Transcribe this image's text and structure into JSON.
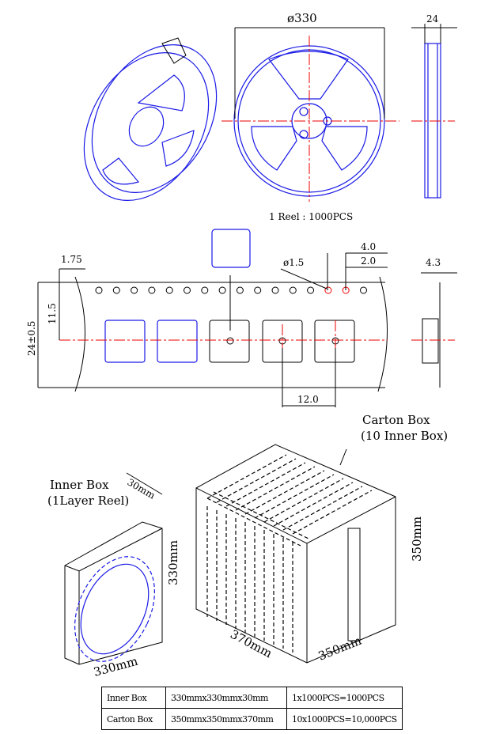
{
  "reel": {
    "diameter": "ø330",
    "width": "24",
    "caption": "1 Reel : 1000PCS"
  },
  "tape": {
    "sprocket_offset": "1.75",
    "center_offset": "11.5",
    "tape_width": "24±0.5",
    "hole_diameter": "ø1.5",
    "hole_pitch": "4.0",
    "hole_to_pocket": "2.0",
    "thickness": "4.3",
    "pocket_pitch": "12.0"
  },
  "carton": {
    "title": "Carton Box",
    "subtitle": "(10 Inner Box)",
    "length": "370mm",
    "width": "350mm",
    "height": "350mm"
  },
  "inner": {
    "title": "Inner Box",
    "subtitle": "(1Layer Reel)",
    "depth": "30mm",
    "height": "330mm",
    "width": "330mm"
  },
  "table": {
    "rows": [
      [
        "Inner Box",
        "330mmx330mmx30mm",
        "1x1000PCS=1000PCS"
      ],
      [
        "Carton Box",
        "350mmx350mmx370mm",
        "10x1000PCS=10,000PCS"
      ]
    ]
  },
  "colors": {
    "outline": "#1a1ae6",
    "centerline": "#e00000"
  }
}
